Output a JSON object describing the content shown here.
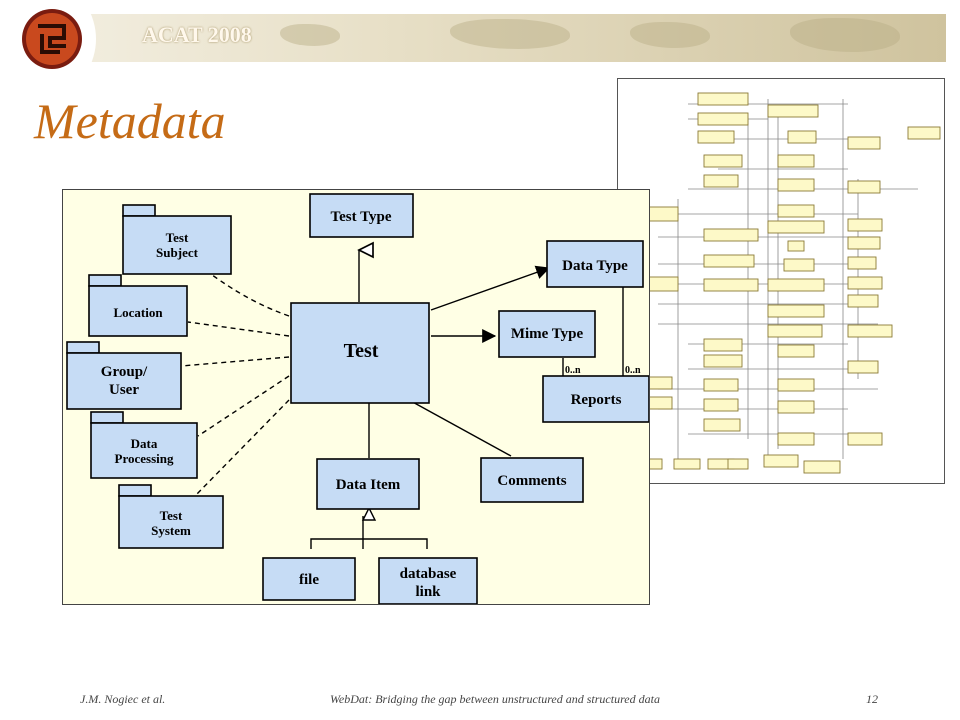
{
  "header": {
    "brand": "ACAT 2008",
    "colors": {
      "title": "#c56b16",
      "box_fill": "#c6dcf5",
      "canvas": "#ffffe5"
    }
  },
  "slide": {
    "title": "Metadata"
  },
  "diagram": {
    "boxes": {
      "test_type": "Test Type",
      "test": "Test",
      "data_type": "Data Type",
      "mime_type": "Mime Type",
      "reports": "Reports",
      "comments": "Comments",
      "data_item": "Data Item",
      "file": "file",
      "database_link": [
        "database",
        "link"
      ]
    },
    "packages": {
      "test_subject": [
        "Test",
        "Subject"
      ],
      "location": "Location",
      "group_user": [
        "Group/",
        "User"
      ],
      "data_processing": [
        "Data",
        "Processing"
      ],
      "test_system": [
        "Test",
        "System"
      ]
    },
    "multiplicity": {
      "left": "0..n",
      "right": "0..n"
    }
  },
  "footer": {
    "author": "J.M. Nogiec et al.",
    "subtitle": "WebDat: Bridging the gap between unstructured and structured data",
    "page": "12"
  }
}
